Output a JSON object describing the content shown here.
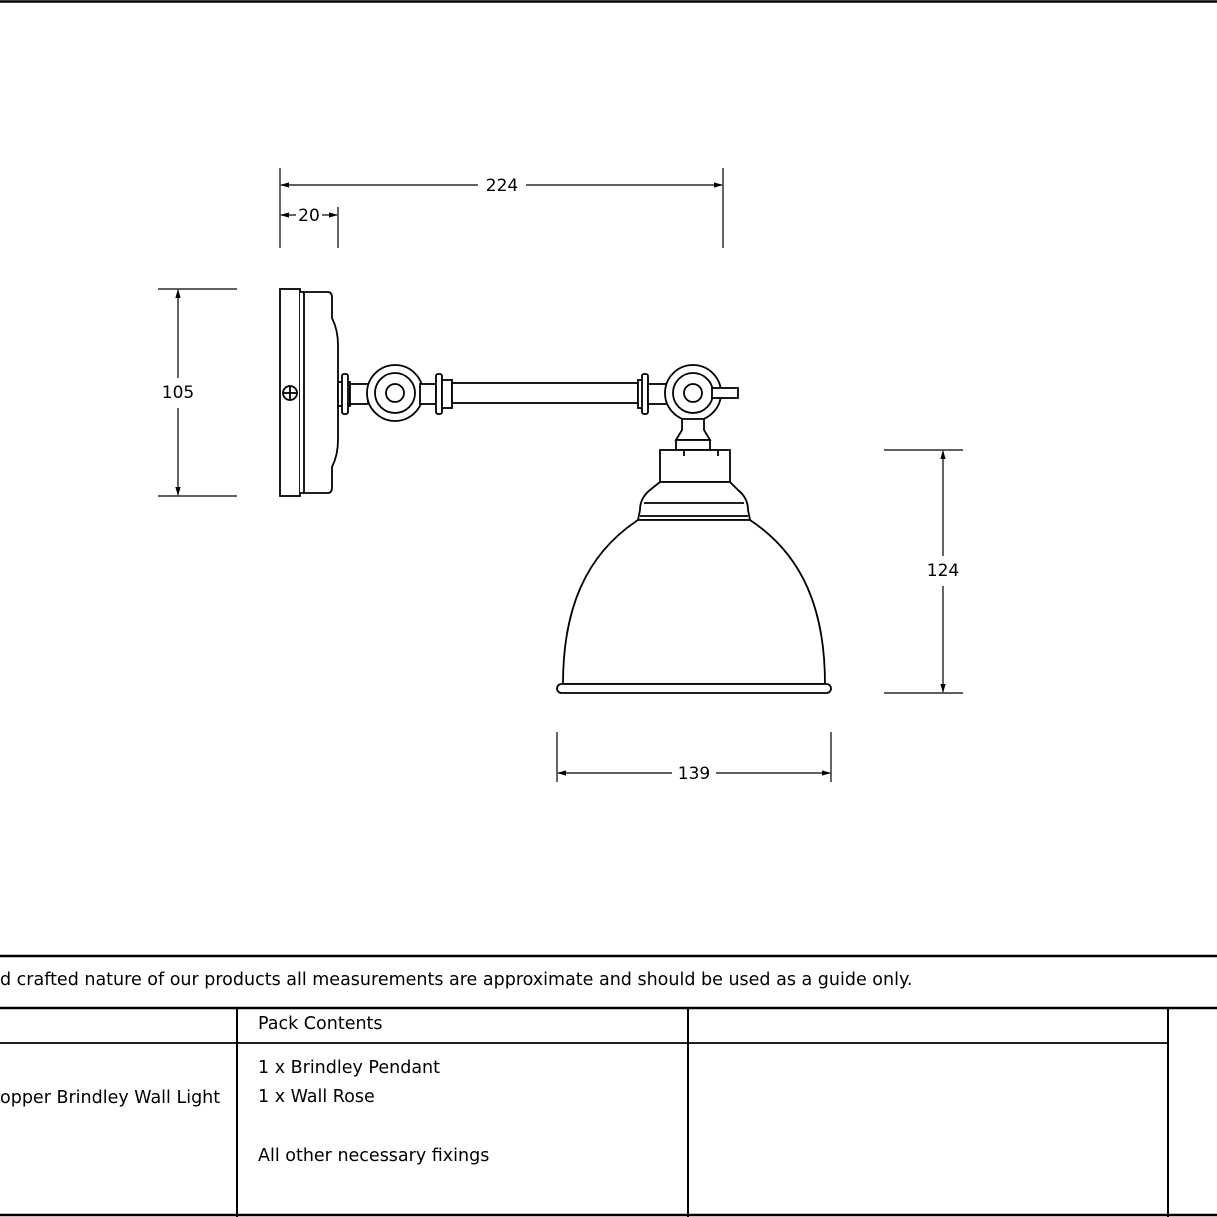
{
  "dimensions": {
    "overall_projection": "224",
    "backplate_depth": "20",
    "backplate_height": "105",
    "shade_height": "124",
    "shade_diameter": "139"
  },
  "note": "d crafted nature of our products all measurements are approximate and should be used as a guide only.",
  "table": {
    "product_name": "opper Brindley Wall Light",
    "pack_contents_header": "Pack Contents",
    "pack_contents": [
      "1 x Brindley Pendant",
      "1 x Wall Rose",
      "All other necessary fixings"
    ]
  }
}
